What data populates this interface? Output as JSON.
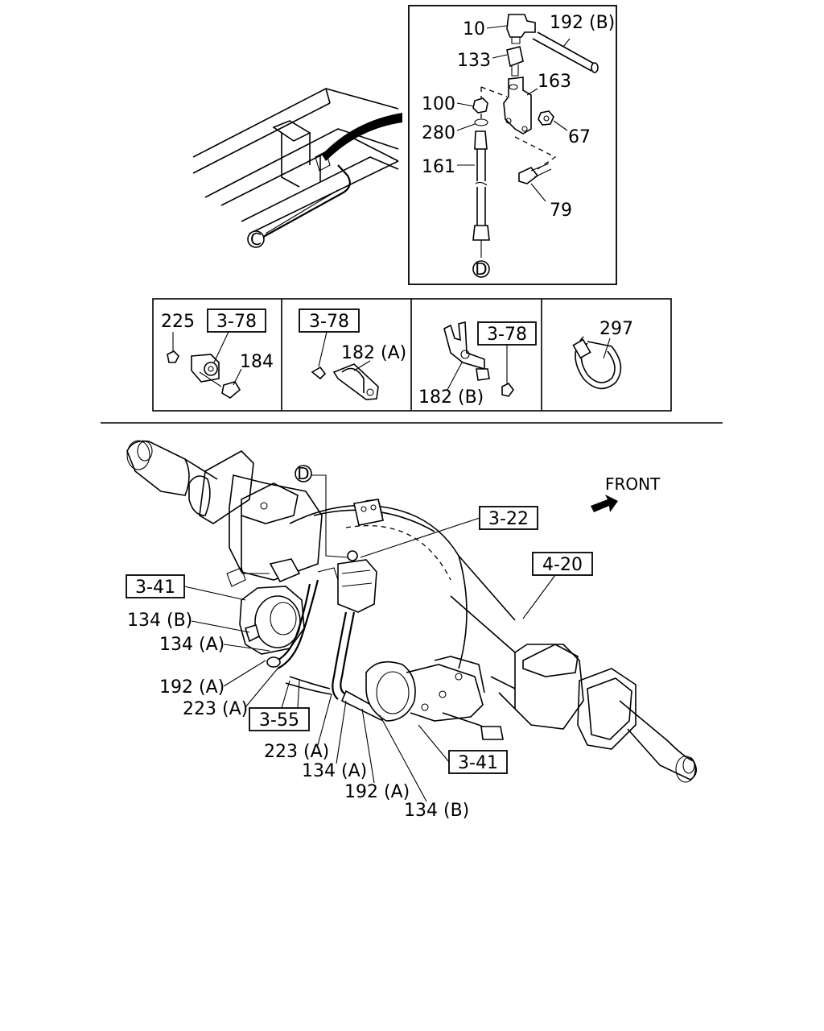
{
  "detail_top": {
    "callouts": {
      "p10": "10",
      "p192b": "192 (B)",
      "p133": "133",
      "p163": "163",
      "p100": "100",
      "p280": "280",
      "p67": "67",
      "p161": "161",
      "p79": "79"
    },
    "connector_c": "C",
    "connector_d": "D"
  },
  "panels": {
    "panel1": {
      "ref": "3-78",
      "p225": "225",
      "p184": "184"
    },
    "panel2": {
      "ref": "3-78",
      "p182a": "182 (A)"
    },
    "panel3": {
      "ref": "3-78",
      "p182b": "182 (B)"
    },
    "panel4": {
      "p297": "297"
    }
  },
  "main": {
    "front_label": "FRONT",
    "connector_d": "D",
    "refs": {
      "r322": "3-22",
      "r420": "4-20",
      "r341_left": "3-41",
      "r355": "3-55",
      "r341_right": "3-41"
    },
    "left_callouts": {
      "p134b": "134 (B)",
      "p134a": "134 (A)",
      "p192a": "192 (A)",
      "p223a": "223 (A)"
    },
    "bottom_callouts": {
      "p223a": "223 (A)",
      "p134a": "134 (A)",
      "p192a": "192 (A)",
      "p134b": "134 (B)"
    }
  }
}
